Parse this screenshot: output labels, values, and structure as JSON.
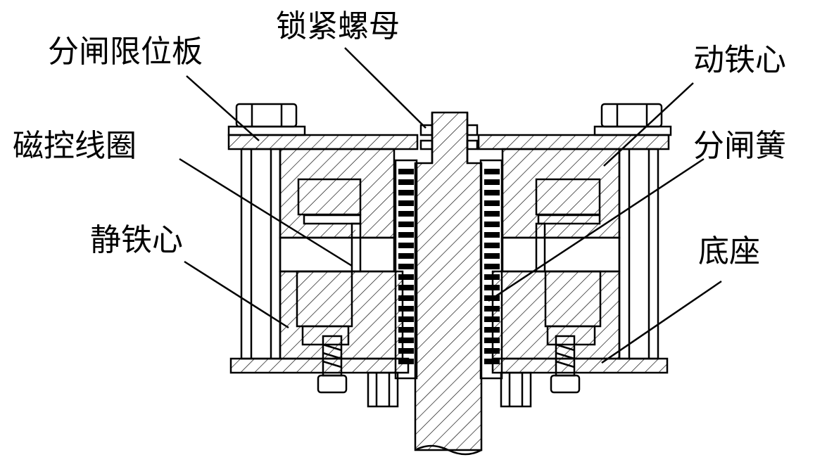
{
  "labels": {
    "trip_stop_plate": "分闸限位板",
    "lock_nut": "锁紧螺母",
    "moving_core": "动铁心",
    "magnet_coil": "磁控线圈",
    "trip_spring": "分闸簧",
    "static_core": "静铁心",
    "base": "底座"
  },
  "colors": {
    "stroke": "#000000",
    "background": "#ffffff"
  }
}
